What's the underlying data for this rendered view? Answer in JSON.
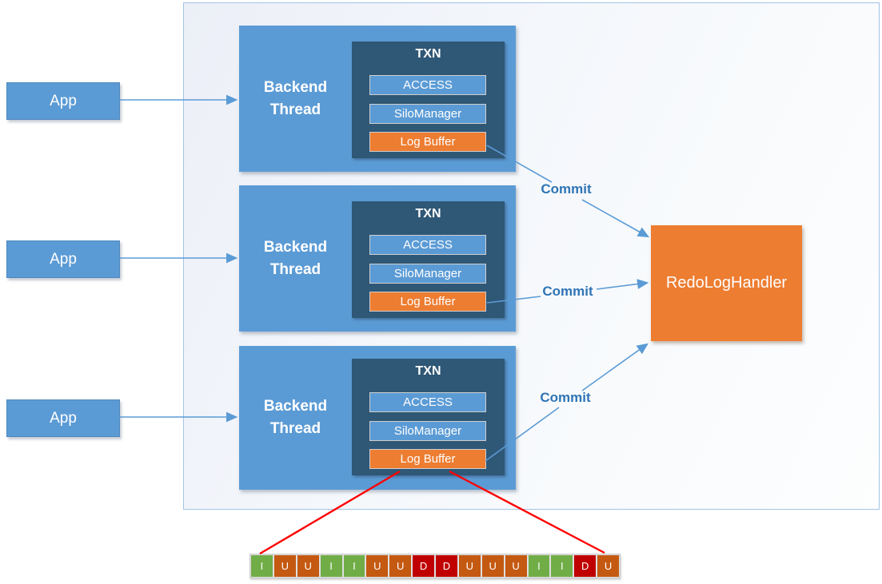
{
  "diagram": {
    "apps": [
      {
        "label": "App"
      },
      {
        "label": "App"
      },
      {
        "label": "App"
      }
    ],
    "threads": [
      {
        "title": "Backend Thread",
        "txn_title": "TXN",
        "components": {
          "access": "ACCESS",
          "silo": "SiloManager",
          "log": "Log Buffer"
        }
      },
      {
        "title": "Backend Thread",
        "txn_title": "TXN",
        "components": {
          "access": "ACCESS",
          "silo": "SiloManager",
          "log": "Log Buffer"
        }
      },
      {
        "title": "Backend Thread",
        "txn_title": "TXN",
        "components": {
          "access": "ACCESS",
          "silo": "SiloManager",
          "log": "Log Buffer"
        }
      }
    ],
    "commits": [
      {
        "label": "Commit"
      },
      {
        "label": "Commit"
      },
      {
        "label": "Commit"
      }
    ],
    "redo_log_handler": {
      "label": "RedoLogHandler"
    },
    "log_strip": {
      "cells": [
        "I",
        "U",
        "U",
        "I",
        "I",
        "U",
        "U",
        "D",
        "D",
        "U",
        "U",
        "U",
        "I",
        "I",
        "D",
        "U"
      ]
    },
    "colors": {
      "accent_blue": "#5B9BD5",
      "txn_dark_blue": "#2F5776",
      "orange": "#ED7D31",
      "insert_green": "#70AD47",
      "update_orange": "#C45911",
      "delete_red": "#C00000",
      "commit_text_blue": "#2E74B5",
      "arrow_blue": "#5B9BD5",
      "expansion_line_red": "#FF0000"
    }
  }
}
